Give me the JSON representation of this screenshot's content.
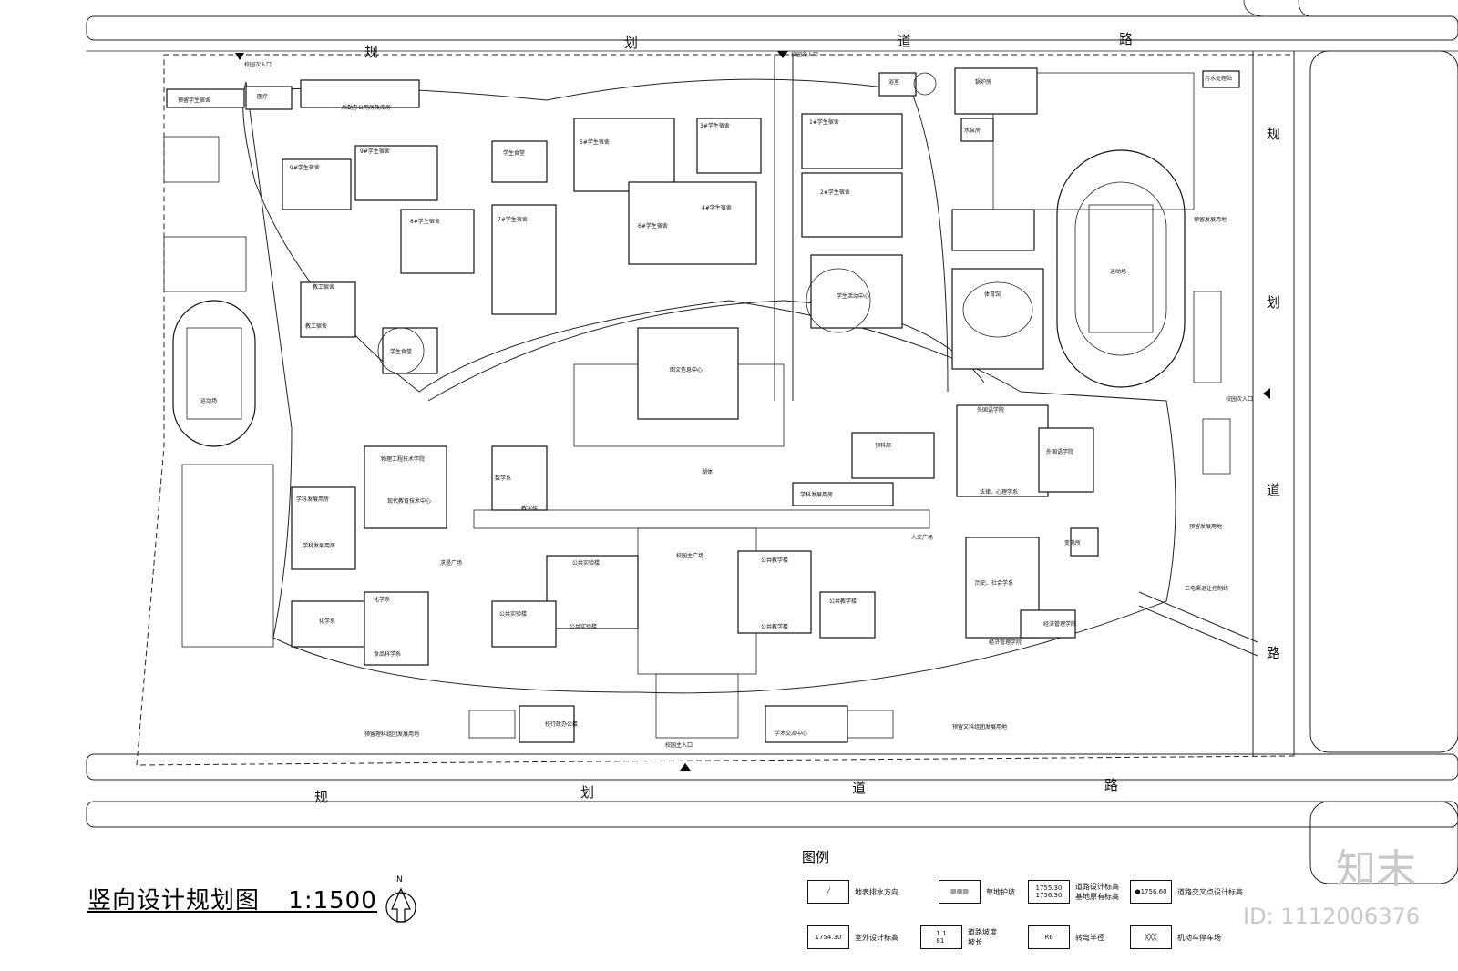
{
  "title": "竖向设计规划图",
  "scale": "1:1500",
  "north_label": "N",
  "roads": {
    "top": [
      "规",
      "划",
      "道",
      "路"
    ],
    "bottom": [
      "规",
      "划",
      "道",
      "路"
    ],
    "right": [
      "规",
      "划",
      "道",
      "路"
    ]
  },
  "gates": {
    "top_left": "校园次入口",
    "top_center": "校园次入口",
    "bottom_center": "校园主入口",
    "right": "校园次入口"
  },
  "buildings": {
    "prep_dorm": "预留学生宿舍",
    "clinic": "医疗",
    "logistics": "后勤办公用房及库房",
    "bath": "浴室",
    "boiler": "锅炉房",
    "sewage": "污水处理站",
    "water_pump": "水泵房",
    "dorm_9a": "9#学生宿舍",
    "dorm_9b": "9#学生宿舍",
    "dining_1": "学生食堂",
    "dorm_5": "5#学生宿舍",
    "dorm_3": "3#学生宿舍",
    "dorm_1": "1#学生宿舍",
    "dorm_2": "2#学生宿舍",
    "dorm_8": "8#学生宿舍",
    "dorm_7": "7#学生宿舍",
    "dorm_6": "6#学生宿舍",
    "dorm_4": "4#学生宿舍",
    "hall": "学生活动中心",
    "gym": "体育馆",
    "stadium": "运动场",
    "staff_dorm_1": "教工宿舍",
    "staff_dorm_2": "教工宿舍",
    "dining_2": "学生食堂",
    "west_field": "运动场",
    "library": "图文信息中心",
    "lake": "湖体",
    "foreign_1": "外国语学院",
    "foreign_2": "外国语学院",
    "prep_dept": "预科部",
    "physics": "物理工程技术学院",
    "math": "数学系",
    "edu_tech": "现代教育技术中心",
    "teaching": "教学楼",
    "dev_1": "学科发展用房",
    "dev_2": "学科发展用房",
    "dev_3": "学科发展用房",
    "law": "法律、心理学系",
    "humanities_sq": "人文广场",
    "main_sq": "校园主广场",
    "qiuzhi_sq": "求是广场",
    "pub_lab_1": "公共实验楼",
    "pub_lab_2": "公共实验楼",
    "pub_lab_3": "公共实验楼",
    "pub_teach_1": "公共教学楼",
    "pub_teach_2": "公共教学楼",
    "pub_teach_3": "公共教学楼",
    "history": "历史、社会学系",
    "econ_1": "经济管理学院",
    "econ_2": "经济管理学院",
    "chem_1": "化学系",
    "chem_2": "化学系",
    "food": "食品科学系",
    "admin": "校行政办公楼",
    "exchange": "学术交流中心",
    "reserve_science": "预留理科组团发展用地",
    "reserve_arts": "预留文科组团发展用地",
    "reserve_east_1": "预留发展用地",
    "reserve_east_2": "预留发展用地",
    "control_line": "三电渠退让控制线",
    "substation": "变电所"
  },
  "legend": {
    "title": "图例",
    "items": [
      {
        "label": "地表排水方向",
        "sym": "/"
      },
      {
        "label": "草地护坡",
        "sym": "hatch"
      },
      {
        "label": "道路设计标高\n基地原有标高",
        "sym": "1755.30\n1756.30"
      },
      {
        "label": "道路交叉点设计标高",
        "sym": "●1756.60"
      },
      {
        "label": "室外设计标高",
        "sym": "1754.30"
      },
      {
        "label": "道路坡度\n坡长",
        "sym": "1.1\n81"
      },
      {
        "label": "转弯半径",
        "sym": "R6"
      },
      {
        "label": "机动车停车场",
        "sym": "cross"
      }
    ]
  },
  "watermark": "知末",
  "watermark_id": "ID: 1112006376"
}
